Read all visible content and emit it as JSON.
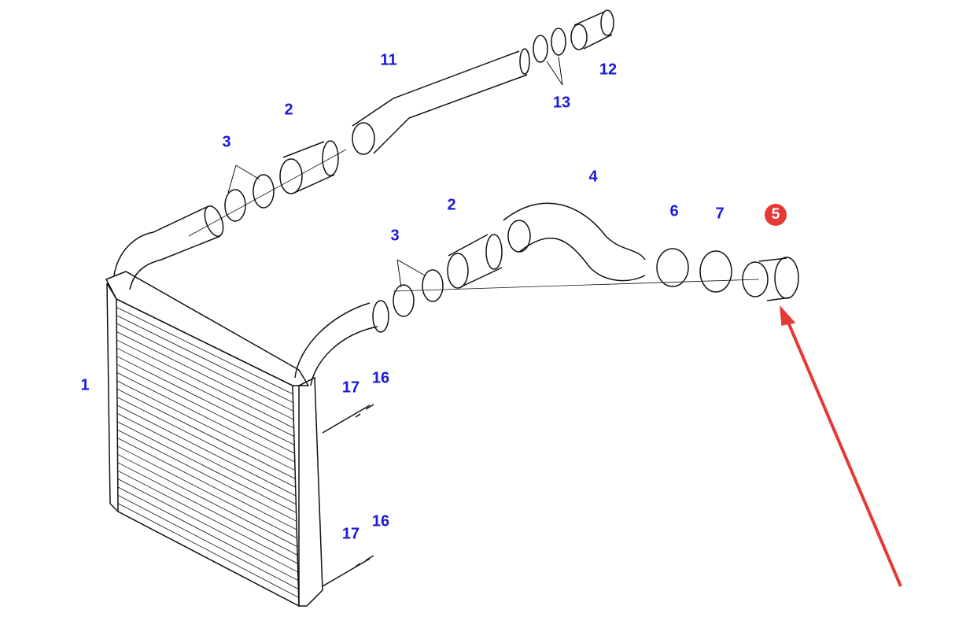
{
  "diagram": {
    "callouts": [
      {
        "id": "11",
        "text": "11"
      },
      {
        "id": "12",
        "text": "12"
      },
      {
        "id": "13",
        "text": "13"
      },
      {
        "id": "2a",
        "text": "2"
      },
      {
        "id": "3a",
        "text": "3"
      },
      {
        "id": "4",
        "text": "4"
      },
      {
        "id": "2b",
        "text": "2"
      },
      {
        "id": "6",
        "text": "6"
      },
      {
        "id": "7",
        "text": "7"
      },
      {
        "id": "3b",
        "text": "3"
      },
      {
        "id": "1",
        "text": "1"
      },
      {
        "id": "17a",
        "text": "17"
      },
      {
        "id": "16a",
        "text": "16"
      },
      {
        "id": "16b",
        "text": "16"
      },
      {
        "id": "17b",
        "text": "17"
      }
    ],
    "highlighted": {
      "text": "5",
      "color": "#e53935"
    },
    "arrow_color": "#e53935",
    "label_color": "#1a1ad6"
  }
}
